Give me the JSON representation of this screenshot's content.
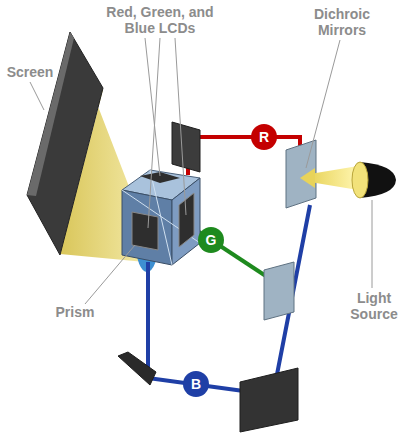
{
  "diagram": {
    "nodes": [
      {
        "text": [
          "R"
        ]
      },
      {
        "text": [
          "G"
        ]
      },
      {
        "text": [
          "B"
        ]
      }
    ],
    "labels": [
      "Red, Green, and Blue LCDs",
      "Dichroic Mirrors",
      "Screen",
      "Prism",
      "Light Source"
    ]
  }
}
